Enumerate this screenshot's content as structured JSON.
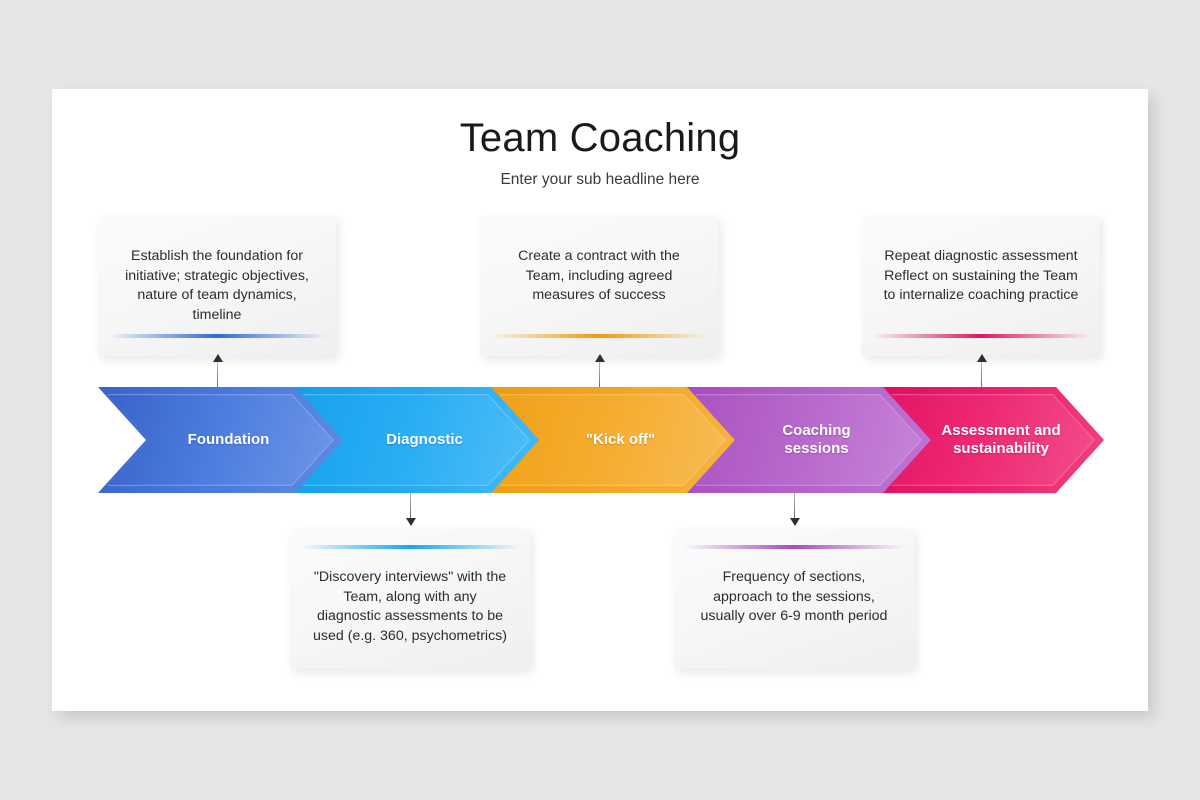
{
  "slide": {
    "title": "Team Coaching",
    "subtitle": "Enter your sub headline here",
    "background_color": "#e7e6e6",
    "canvas_color": "#ffffff"
  },
  "stages": [
    {
      "label": "Foundation",
      "color": "#4679dd",
      "color_dark": "#3a63c9",
      "color_light": "#6f95e6"
    },
    {
      "label": "Diagnostic",
      "color": "#23a9f2",
      "color_dark": "#139fe8",
      "color_light": "#50bdf7"
    },
    {
      "label": "\"Kick off\"",
      "color": "#f3a623",
      "color_dark": "#ec9c12",
      "color_light": "#f7bb55"
    },
    {
      "label": "Coaching\nsessions",
      "color": "#b360c9",
      "color_dark": "#a64cbe",
      "color_light": "#c684d8"
    },
    {
      "label": "Assessment and\nsustainability",
      "color": "#ec1f6e",
      "color_dark": "#de0f5f",
      "color_light": "#f14d8b"
    }
  ],
  "callouts_top": [
    {
      "text": "Establish the foundation for\ninitiative; strategic objectives,\nnature of team dynamics,\ntimeline",
      "accent_color": "#2f6ad8",
      "stage": "Foundation"
    },
    {
      "text": "Create a contract with the\nTeam, including agreed\nmeasures  of success",
      "accent_color": "#f09a0c",
      "stage": "\"Kick off\""
    },
    {
      "text": "Repeat diagnostic assessment\nReflect on sustaining the Team\nto internalize coaching practice",
      "accent_color": "#e21568",
      "stage": "Assessment and sustainability"
    }
  ],
  "callouts_bottom": [
    {
      "text": "\"Discovery interviews\" with the\nTeam, along with any\ndiagnostic assessments  to be\nused (e.g. 360, psychometrics)",
      "accent_color": "#17a6ef",
      "stage": "Diagnostic"
    },
    {
      "text": "Frequency of sections,\napproach to the sessions,\nusually over 6-9 month period",
      "accent_color": "#a64cbe",
      "stage": "Coaching sessions"
    }
  ]
}
